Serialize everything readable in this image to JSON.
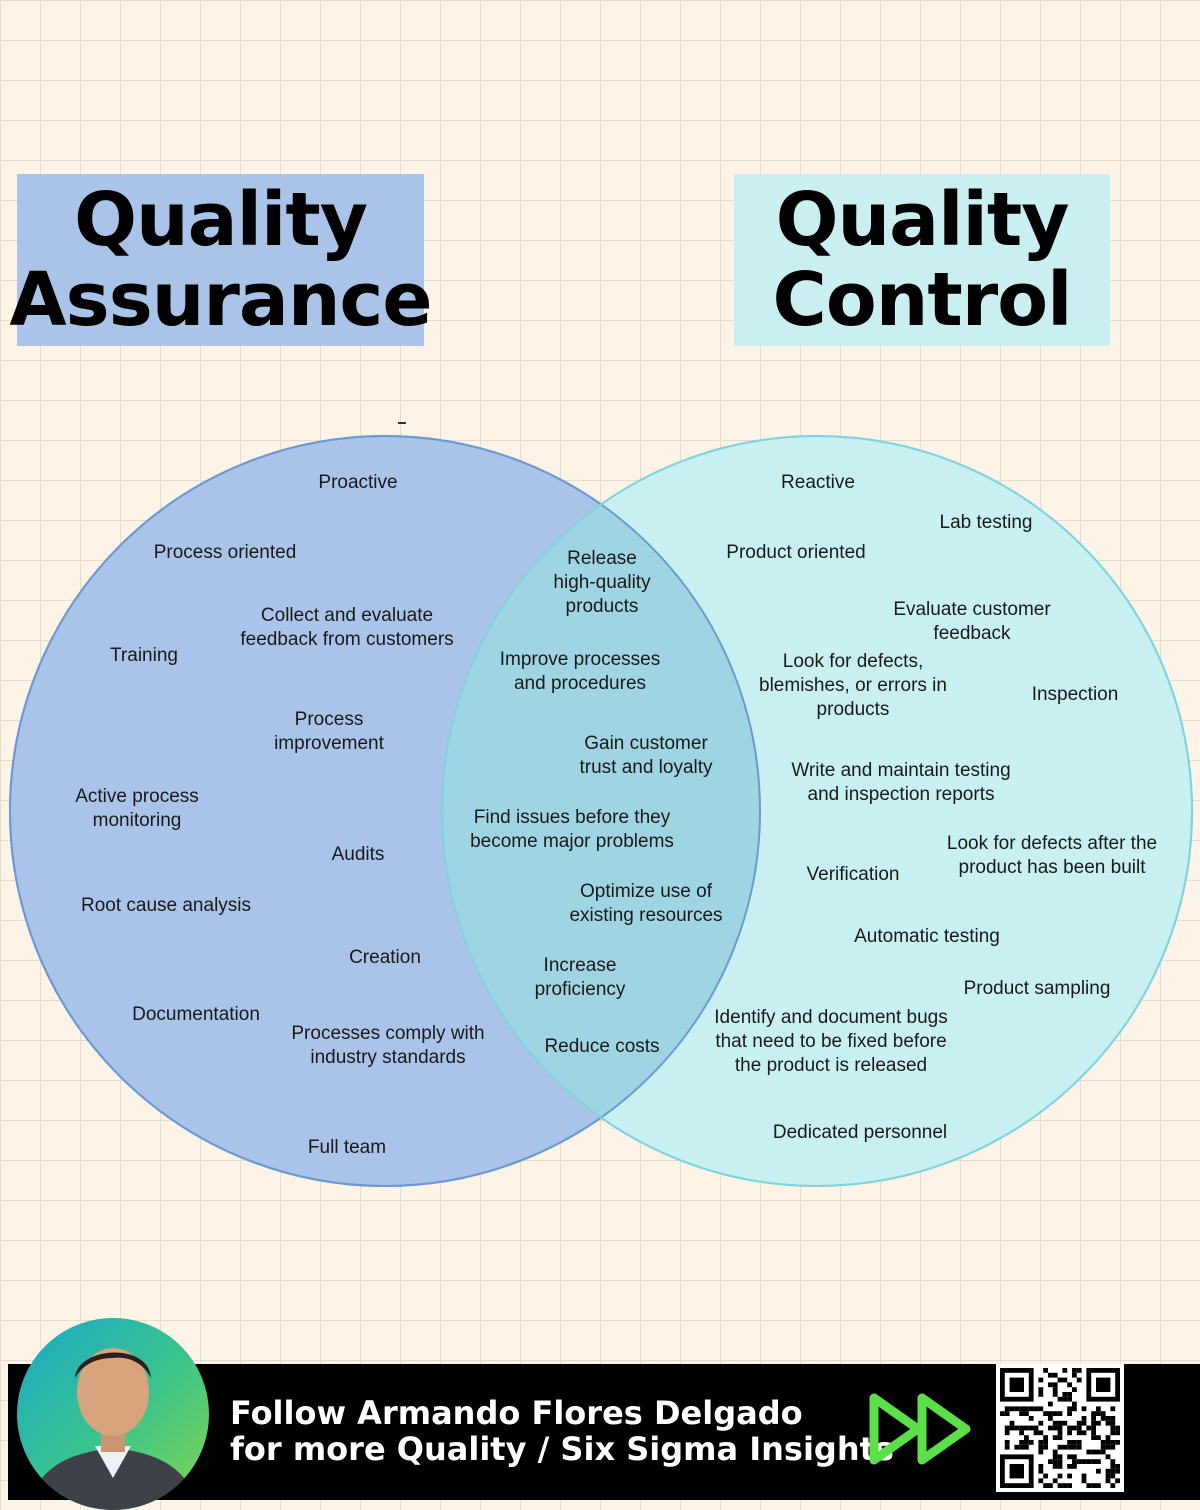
{
  "titles": {
    "qa": [
      "Quality",
      "Assurance"
    ],
    "qc": [
      "Quality",
      "Control"
    ]
  },
  "colors": {
    "qa_box": "#a9c4e8",
    "qc_box": "#c9eff0",
    "qa_circle": "#a9c4e8",
    "qc_circle": "#c8f0f1",
    "overlap": "#9fd4e3",
    "footer_bg": "#000000",
    "arrow": "#5be04a"
  },
  "qa_items": [
    [
      "Proactive"
    ],
    [
      "Process oriented"
    ],
    [
      "Collect and evaluate",
      "feedback from customers"
    ],
    [
      "Training"
    ],
    [
      "Process",
      "improvement"
    ],
    [
      "Active process",
      "monitoring"
    ],
    [
      "Audits"
    ],
    [
      "Root cause analysis"
    ],
    [
      "Creation"
    ],
    [
      "Documentation"
    ],
    [
      "Processes comply with",
      "industry standards"
    ],
    [
      "Full team"
    ]
  ],
  "shared_items": [
    [
      "Release",
      "high-quality",
      "products"
    ],
    [
      "Improve processes",
      "and procedures"
    ],
    [
      "Gain customer",
      "trust and loyalty"
    ],
    [
      "Find issues before they",
      "become major problems"
    ],
    [
      "Optimize use of",
      "existing resources"
    ],
    [
      "Increase",
      "proficiency"
    ],
    [
      "Reduce costs"
    ]
  ],
  "qc_items": [
    [
      "Reactive"
    ],
    [
      "Lab testing"
    ],
    [
      "Product oriented"
    ],
    [
      "Evaluate customer",
      "feedback"
    ],
    [
      "Look for defects,",
      "blemishes, or errors in",
      "products"
    ],
    [
      "Inspection"
    ],
    [
      "Write and maintain testing",
      "and inspection reports"
    ],
    [
      "Look for defects after the",
      "product has been built"
    ],
    [
      "Verification"
    ],
    [
      "Automatic testing"
    ],
    [
      "Product sampling"
    ],
    [
      "Identify and document bugs",
      "that need to be fixed before",
      "the product is released"
    ],
    [
      "Dedicated personnel"
    ]
  ],
  "footer": {
    "line1": "Follow Armando Flores Delgado",
    "line2": "for more Quality / Six Sigma Insights",
    "avatar_icon": "person-avatar",
    "arrow_icon": "fast-forward-icon",
    "qr_icon": "qr-code-icon"
  }
}
